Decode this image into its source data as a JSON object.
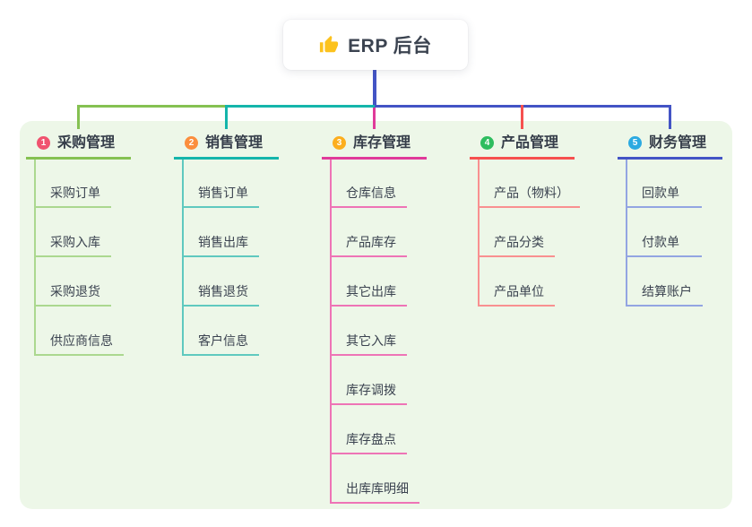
{
  "root": {
    "title": "ERP 后台",
    "icon": "thumbs-up-icon"
  },
  "colors": {
    "background": "#ffffff",
    "panel": "#edf7e8",
    "trunk": "#4354c5",
    "card": "#ffffff",
    "text": "#3b4350",
    "thumb": "#fcc21d"
  },
  "branches": [
    {
      "badge": "1",
      "label": "采购管理",
      "badge_color": "#f0536f",
      "line_color": "#85c152",
      "sub_line_color": "#abd88f",
      "children": [
        "采购订单",
        "采购入库",
        "采购退货",
        "供应商信息"
      ]
    },
    {
      "badge": "2",
      "label": "销售管理",
      "badge_color": "#fb8e3d",
      "line_color": "#14b5ab",
      "sub_line_color": "#5fc9bf",
      "children": [
        "销售订单",
        "销售出库",
        "销售退货",
        "客户信息"
      ]
    },
    {
      "badge": "3",
      "label": "库存管理",
      "badge_color": "#fcae1e",
      "line_color": "#e03a9a",
      "sub_line_color": "#ee74b6",
      "children": [
        "仓库信息",
        "产品库存",
        "其它出库",
        "其它入库",
        "库存调拨",
        "库存盘点",
        "出库库明细"
      ]
    },
    {
      "badge": "4",
      "label": "产品管理",
      "badge_color": "#2ebd5f",
      "line_color": "#f6504f",
      "sub_line_color": "#f99090",
      "children": [
        "产品（物料）",
        "产品分类",
        "产品单位"
      ]
    },
    {
      "badge": "5",
      "label": "财务管理",
      "badge_color": "#2baae1",
      "line_color": "#4354c5",
      "sub_line_color": "#93a5e2",
      "children": [
        "回款单",
        "付款单",
        "结算账户"
      ]
    }
  ]
}
